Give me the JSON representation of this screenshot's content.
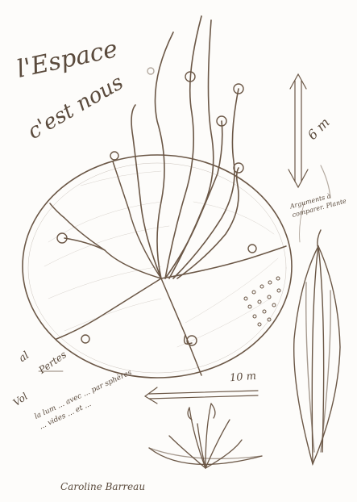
{
  "sheet": {
    "ink_color": "#6b5746",
    "paper_color": "#fdfcfa"
  },
  "texts": {
    "title_line1": "l'Espace",
    "title_line2": "c'est nous",
    "height_label": "6 m",
    "side_note": "Arguments à comparer. Plante",
    "width_label": "10 m",
    "note_label_1": "al",
    "note_label_2": "Pertes",
    "note_label_3": "Vol",
    "lower_note": "la lum ... avec ... par sphères ... vides ... et ...",
    "signature": "Caroline Barreau"
  }
}
